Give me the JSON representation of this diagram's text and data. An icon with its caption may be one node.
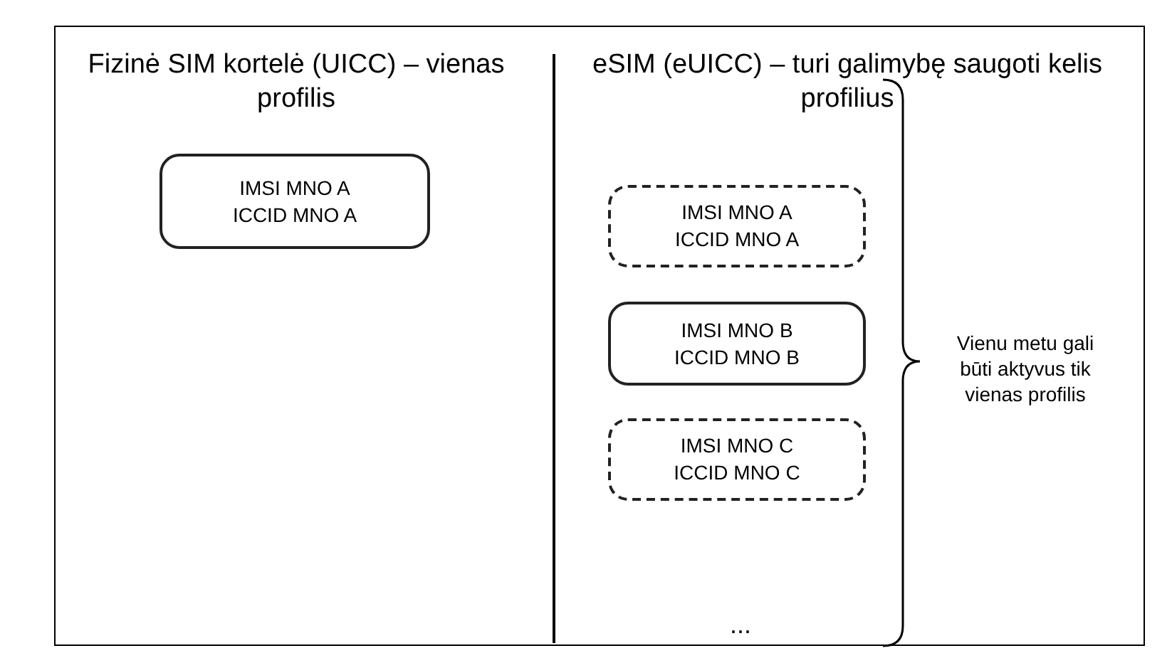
{
  "diagram": {
    "nodes": [
      {
        "text": [
          "IMSI MNO A",
          "ICCID MNO A"
        ]
      },
      {
        "text": [
          "IMSI MNO A",
          "ICCID MNO A"
        ]
      },
      {
        "text": [
          "IMSI MNO B",
          "ICCID MNO B"
        ]
      },
      {
        "text": [
          "IMSI MNO C",
          "ICCID MNO C"
        ]
      }
    ],
    "labels": [
      "Fizinė SIM kortelė (UICC) – vienas profilis",
      "eSIM (eUICC) – turi galimybę saugoti kelis profilius",
      "Vienu metu gali būti aktyvus tik vienas profilis",
      "..."
    ]
  }
}
